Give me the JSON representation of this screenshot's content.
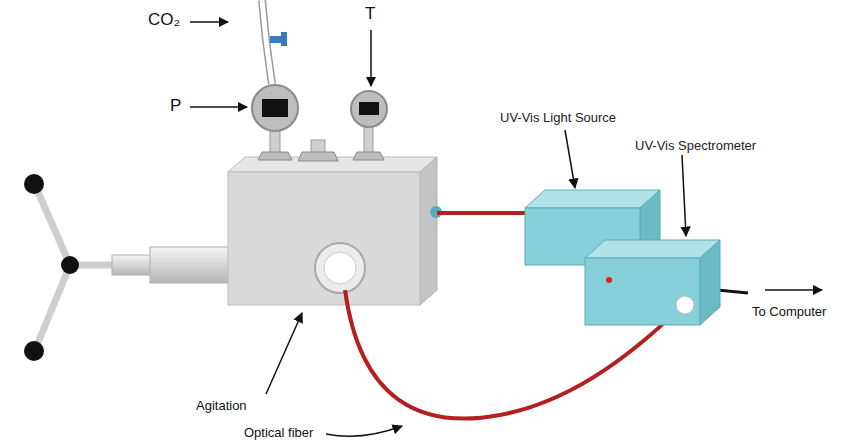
{
  "diagram": {
    "nodes": [
      {
        "text": [
          "UV-Vis Light Source"
        ]
      },
      {
        "text": [
          "UV-Vis Spectrometer"
        ]
      }
    ],
    "labels": [
      "CO₂",
      "P",
      "T",
      "Agitation",
      "Optical fiber",
      "To Computer"
    ]
  }
}
